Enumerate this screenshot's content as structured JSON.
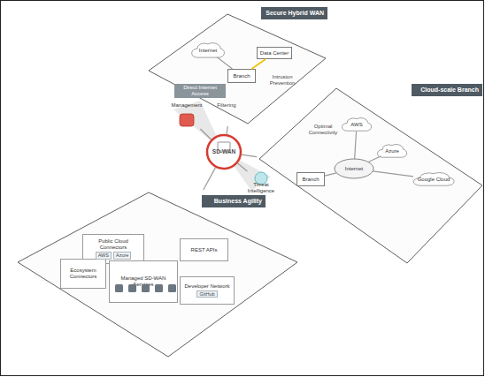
{
  "diagram": {
    "nodes": [
      {
        "text": [
          "Secure Hybrid WAN"
        ]
      },
      {
        "text": [
          "Internet"
        ],
        "in": 0
      },
      {
        "text": [
          "Data Center"
        ],
        "in": 0
      },
      {
        "text": [
          "Branch"
        ],
        "in": 0
      },
      {
        "text": [
          "Management"
        ]
      },
      {
        "text": [
          "SD-WAN"
        ]
      },
      {
        "text": [
          "Threat Intelligence"
        ]
      },
      {
        "text": [
          "Cloud-scale Branch"
        ]
      },
      {
        "text": [
          "Internet"
        ],
        "in": 7
      },
      {
        "text": [
          "AWS"
        ],
        "in": 7
      },
      {
        "text": [
          "Azure"
        ],
        "in": 7
      },
      {
        "text": [
          "Google Cloud"
        ],
        "in": 7
      },
      {
        "text": [
          "Branch"
        ],
        "in": 7
      },
      {
        "text": [
          "Business Agility"
        ]
      },
      {
        "text": [
          "Public Cloud Connectors",
          "AWS",
          "Azure"
        ],
        "in": 13
      },
      {
        "text": [
          "REST APIs"
        ],
        "in": 13
      },
      {
        "text": [
          "Ecosystem Connectors"
        ],
        "in": 13
      },
      {
        "text": [
          "Managed SD-WAN Services"
        ],
        "in": 13
      },
      {
        "text": [
          "Developer Network",
          "GitHub"
        ],
        "in": 13
      }
    ],
    "edges": [
      {
        "from": 5,
        "to": 0,
        "arrow": "none"
      },
      {
        "from": 5,
        "to": 7,
        "arrow": "none"
      },
      {
        "from": 5,
        "to": 13,
        "arrow": "none"
      },
      {
        "from": 4,
        "to": 5,
        "arrow": "none"
      },
      {
        "from": 6,
        "to": 5,
        "arrow": "none"
      },
      {
        "from": 3,
        "to": 2,
        "arrow": "none"
      },
      {
        "from": 3,
        "to": 1,
        "arrow": "none"
      },
      {
        "from": 12,
        "to": 8,
        "arrow": "none"
      },
      {
        "from": 8,
        "to": 9,
        "arrow": "none"
      },
      {
        "from": 8,
        "to": 10,
        "arrow": "none"
      },
      {
        "from": 8,
        "to": 11,
        "arrow": "none"
      }
    ],
    "labels": [
      "Direct Internet Access",
      "Filtering",
      "Intrusion Prevention",
      "Optimal Connectivity"
    ]
  }
}
